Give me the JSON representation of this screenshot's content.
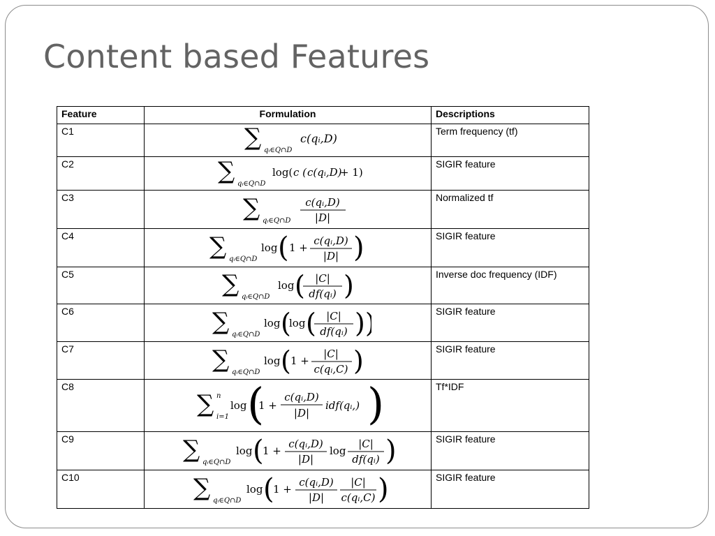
{
  "slide": {
    "title": "Content based Features"
  },
  "table": {
    "headers": {
      "feature": "Feature",
      "formulation": "Formulation",
      "descriptions": "Descriptions"
    },
    "rows": [
      {
        "feature": "C1",
        "description": "Term frequency (tf)"
      },
      {
        "feature": "C2",
        "description": "SIGIR feature"
      },
      {
        "feature": "C3",
        "description": "Normalized tf"
      },
      {
        "feature": "C4",
        "description": "SIGIR feature"
      },
      {
        "feature": "C5",
        "description": "Inverse doc frequency (IDF)"
      },
      {
        "feature": "C6",
        "description": "SIGIR feature"
      },
      {
        "feature": "C7",
        "description": "SIGIR feature"
      },
      {
        "feature": "C8",
        "description": "Tf*IDF"
      },
      {
        "feature": "C9",
        "description": "SIGIR feature"
      },
      {
        "feature": "C10",
        "description": "SIGIR feature"
      }
    ]
  },
  "math": {
    "sum": "∑",
    "sub_q": "qᵢ∈Q∩D",
    "sub_i": "i=1",
    "sup_n": "n",
    "log": "log",
    "c_qD": "c(qᵢ,D)",
    "c_qC": "c(qᵢ,C)",
    "absD": "|D|",
    "absC": "|C|",
    "df_q": "df(qᵢ)",
    "idf_q": "idf(qᵢ,)",
    "one_plus": "1 +",
    "c_open": "c (",
    "plus_one": "+ 1)",
    "log_open": "log(",
    "lparen": "(",
    "rparen": ")",
    "rparen2": "))"
  }
}
